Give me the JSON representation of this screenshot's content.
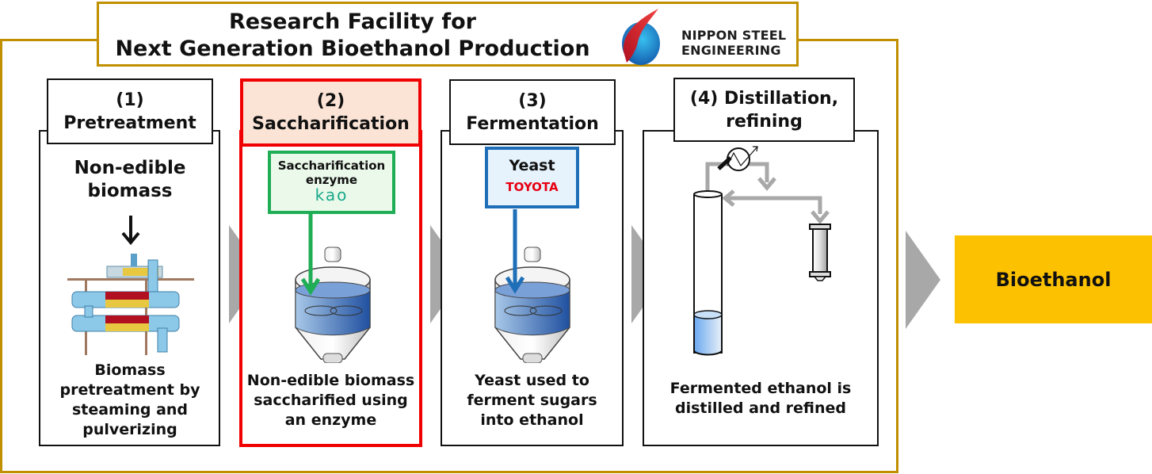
{
  "title": {
    "line1": "Research Facility for",
    "line2": "Next Generation Bioethanol Production"
  },
  "logo": {
    "name": "nippon-steel-engineering-logo",
    "line1": "NIPPON STEEL",
    "line2": "ENGINEERING"
  },
  "steps": [
    {
      "number": "(1)",
      "name": "Pretreatment",
      "input_label": "Non-edible biomass",
      "input_line1": "Non-edible",
      "input_line2": "biomass",
      "desc_lines": [
        "Biomass",
        "pretreatment by",
        "steaming and",
        "pulverizing"
      ]
    },
    {
      "number": "(2)",
      "name": "Saccharification",
      "partner_label_line1": "Saccharification",
      "partner_label_line2": "enzyme",
      "partner_brand": "KAO",
      "partner_brand_display": "kao",
      "desc_lines": [
        "Non-edible biomass",
        "saccharified using",
        "an enzyme"
      ],
      "highlighted": true
    },
    {
      "number": "(3)",
      "name": "Fermentation",
      "partner_label": "Yeast",
      "partner_brand": "TOYOTA",
      "desc_lines": [
        "Yeast used to",
        "ferment sugars",
        "into ethanol"
      ]
    },
    {
      "number": "(4)",
      "name_line1": "(4) Distillation,",
      "name_line2": "refining",
      "desc_lines": [
        "Fermented ethanol is",
        "distilled and refined"
      ]
    }
  ],
  "output": {
    "label": "Bioethanol"
  },
  "colors": {
    "frame_gold": "#c09000",
    "highlight_red": "#f00000",
    "highlight_fill": "#fbe4d6",
    "enzyme_green": "#1fae55",
    "yeast_blue": "#1e6fb8",
    "toyota_red": "#e60012",
    "kao_teal": "#1aa88a",
    "output_yellow": "#fcc100",
    "arrow_gray": "#a8a8a8"
  }
}
